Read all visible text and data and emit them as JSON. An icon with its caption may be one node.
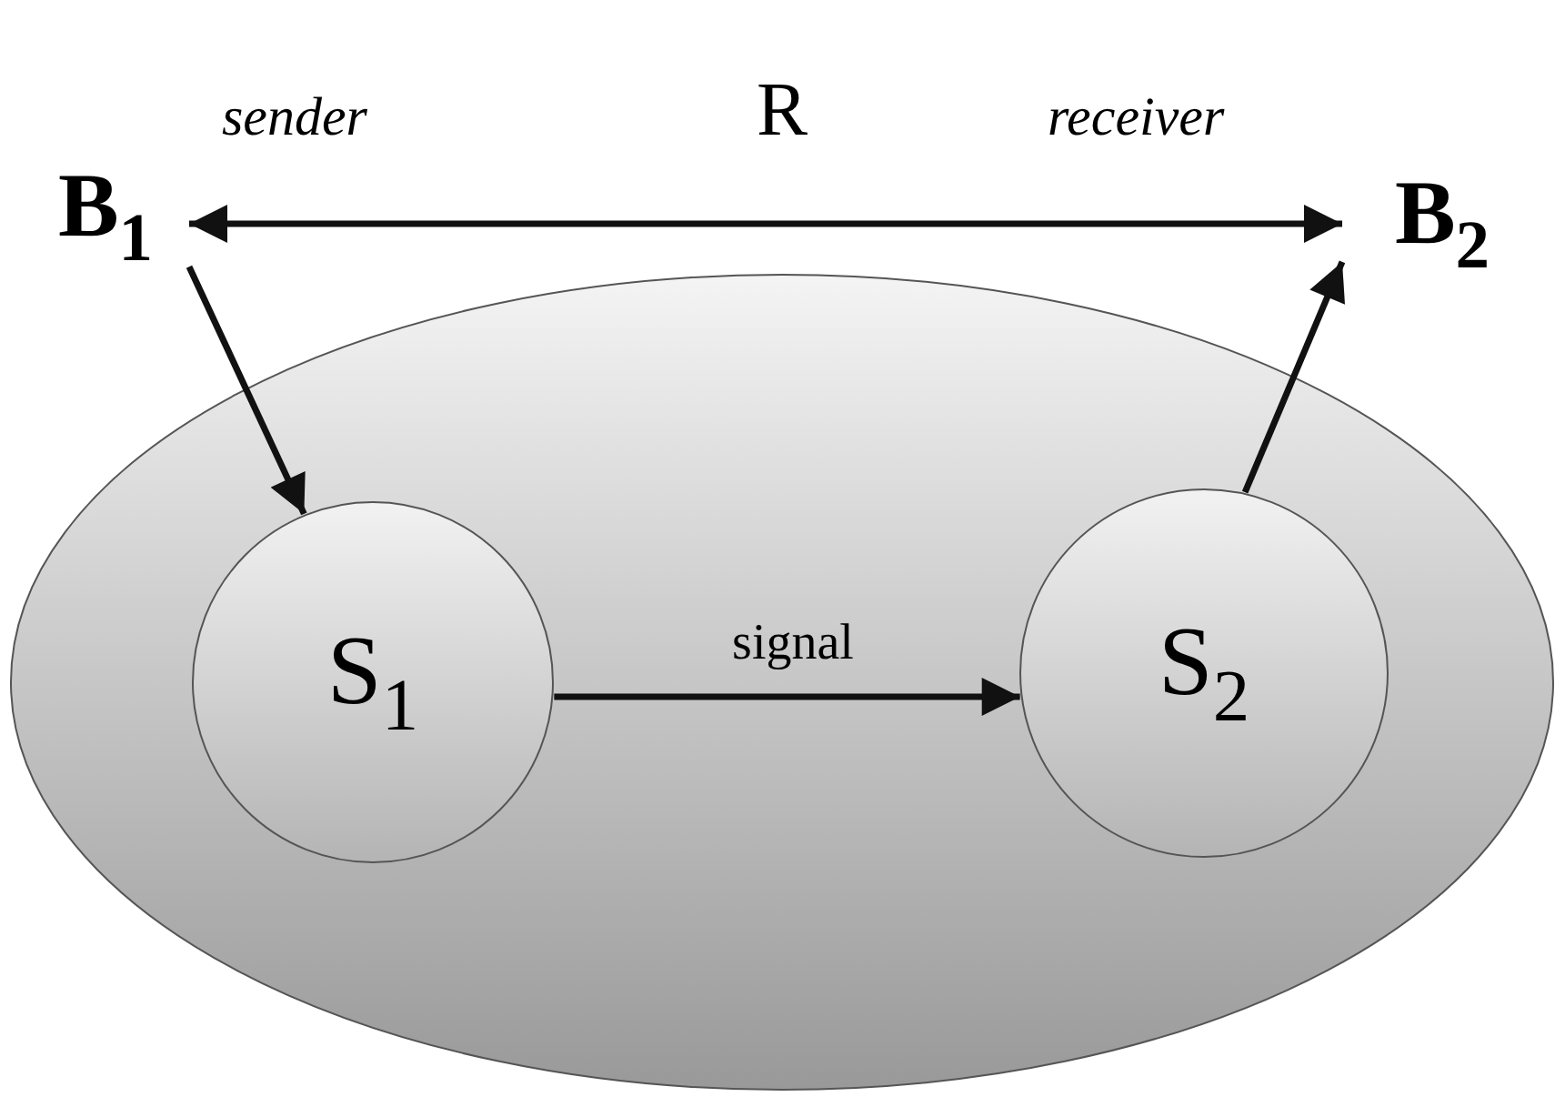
{
  "diagram": {
    "nodes": [
      {
        "text": [
          "B$_{1}$"
        ],
        "beside": [
          "sender"
        ]
      },
      {
        "text": [
          "B$_{2}$"
        ],
        "beside": [
          "receiver"
        ]
      },
      {
        "text": [],
        "shape": "ellipse"
      },
      {
        "text": [
          "S$_{1}$"
        ],
        "in": 2
      },
      {
        "text": [
          "S$_{2}$"
        ],
        "in": 2
      }
    ],
    "edges": [
      {
        "from": 0,
        "to": 1,
        "arrow": "both",
        "label": "R"
      },
      {
        "from": 0,
        "to": 3,
        "arrow": "to"
      },
      {
        "from": 4,
        "to": 1,
        "arrow": "to"
      },
      {
        "from": 3,
        "to": 4,
        "arrow": "to",
        "label": "signal"
      }
    ]
  }
}
